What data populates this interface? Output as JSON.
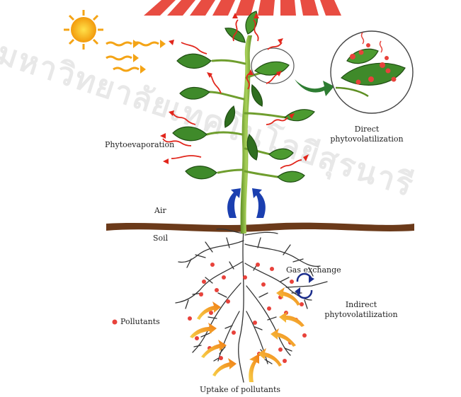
{
  "watermark": {
    "text": "มหาวิทยาลัยเทคโนโลยีสุรนารี",
    "colors": {
      "text": "#b4b4b4",
      "logo": "#e63a2e"
    }
  },
  "labels": {
    "phytoevaporation": "Phytoevaporation",
    "direct_line1": "Direct",
    "direct_line2": "phytovolatilization",
    "air": "Air",
    "soil": "Soil",
    "gas_exchange": "Gas exchange",
    "indirect_line1": "Indirect",
    "indirect_line2": "phytovolatilization",
    "pollutants": "Pollutants",
    "uptake": "Uptake of pollutants"
  },
  "icons": {
    "sun": "sun-icon",
    "cycle": "cycle-arrows-icon",
    "zoom": "zoom-arrow-icon"
  },
  "colors": {
    "leaf": "#3f8a2a",
    "leaf_dark": "#1f4d12",
    "stem": "#7fae3a",
    "root": "#3a3a3a",
    "soil_line": "#6b3a1a",
    "pollutant": "#e8423b",
    "vapor": "#e1261c",
    "uptake_arrow": "#f5a623",
    "air_arrow": "#1b3fb0"
  }
}
